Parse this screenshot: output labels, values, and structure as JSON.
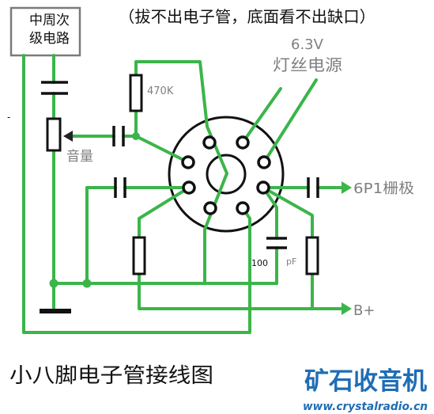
{
  "if_circuit": {
    "line1": "中周次",
    "line2": "级电路"
  },
  "note": "（拔不出电子管，底面看不出缺口）",
  "filament": {
    "voltage": "6.3V",
    "label": "灯丝电源"
  },
  "components": {
    "grid_resistor": "470K",
    "volume_pot": "音量",
    "cap_value": "100",
    "cap_unit": "pF"
  },
  "outputs": {
    "grid": "6P1栅极",
    "bplus": "B+"
  },
  "title": "小八脚电子管接线图",
  "logo": {
    "name": "矿石收音机",
    "url": "www.crystalradio.cn"
  },
  "margin_mark": "-",
  "colors": {
    "wire": "#3bb54a",
    "component": "#111111",
    "label": "#7f7f7f",
    "text": "#111111",
    "logo": "#1f6db5"
  }
}
